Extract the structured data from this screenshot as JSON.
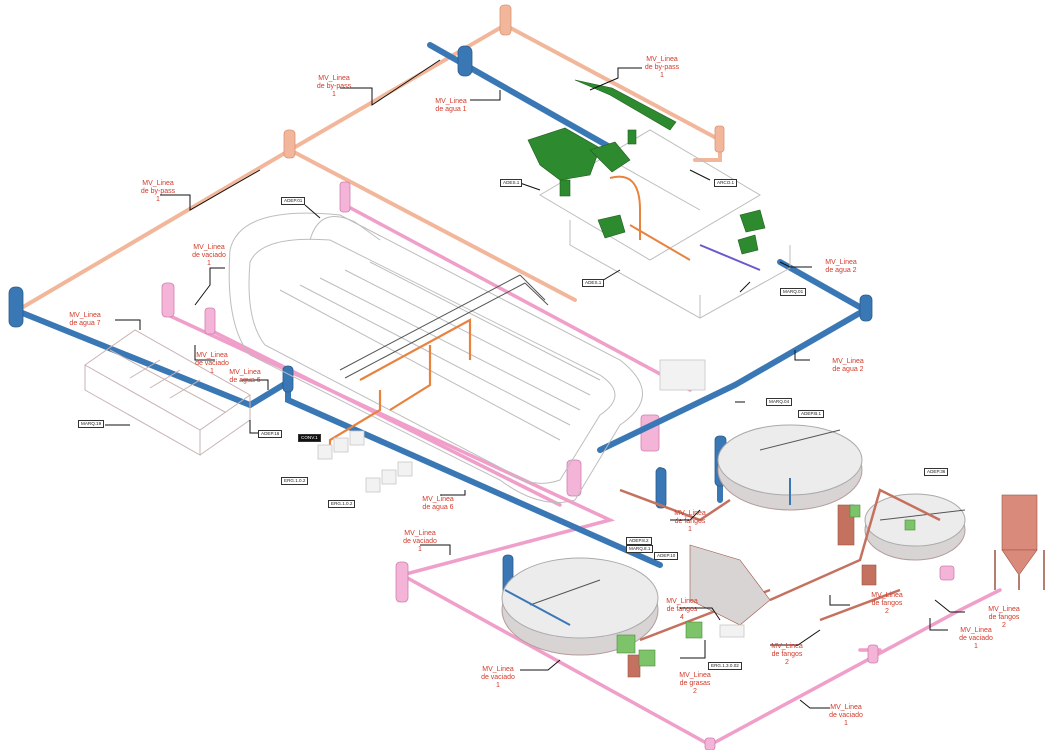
{
  "diagram": {
    "colors": {
      "water": "#3a78b5",
      "bypass": "#f2b79a",
      "drain": "#ef9fc9",
      "sludge": "#c5715f",
      "grease": "#7cc36a",
      "equipment": "#2e8a2e",
      "outline": "#b9b9b9",
      "label": "#d23a2a"
    },
    "labels": {
      "bypass_top": "MV_Linea\nde by-pass\n1",
      "bypass_right": "MV_Linea\nde by-pass\n1",
      "bypass_left": "MV_Linea\nde by-pass\n1",
      "agua1": "MV_Linea\nde agua 1",
      "vaciado_mid": "MV_Linea\nde vaciado\n1",
      "agua7": "MV_Linea\nde agua 7",
      "vaciado_left": "MV_Linea\nde vaciado\n1",
      "agua6_a": "MV_Linea\nde agua 6",
      "agua2_a": "MV_Linea\nde agua 2",
      "agua2_b": "MV_Linea\nde agua 2",
      "agua6_b": "MV_Linea\nde agua 6",
      "vaciado_center": "MV_Linea\nde vaciado\n1",
      "fangos1": "MV_Linea\nde fangos\n1",
      "fangos4": "MV_Linea\nde fangos\n4",
      "fangos2_a": "MV_Linea\nde fangos\n2",
      "fangos2_b": "MV_Linea\nde fangos\n2",
      "fangos2_c": "MV_Linea\nde fangos\n2",
      "vaciado_r1": "MV_Linea\nde vaciado\n1",
      "vaciado_r2": "MV_Linea\nde vaciado\n1",
      "grasas2": "MV_Linea\nde grasas\n2",
      "vaciado_bottom": "MV_Linea\nde vaciado\n1"
    },
    "tags": {
      "t_ades1": "ADES.1",
      "t_arco1": "ARCO.1",
      "t_adep01": "ADEP.01",
      "t_ades2": "ADES.1",
      "t_marq01": "MARQ.01",
      "t_marq19": "MARQ.19",
      "t_adep16": "ADEP.16",
      "t_conv": "CONV.1",
      "t_ergs1": "ERG.1.0.2",
      "t_ergs2": "ERG.1.0.2",
      "t_marq04": "MARQ.04",
      "t_adepb1": "ADEP.B.1",
      "t_adep36": "ADEP.36",
      "t_adep82": "ADEP.8.2",
      "t_marq81": "MARQ.8.1",
      "t_adep10": "ADEP.10",
      "t_erg13": "ERG.1.3.0.02"
    }
  }
}
